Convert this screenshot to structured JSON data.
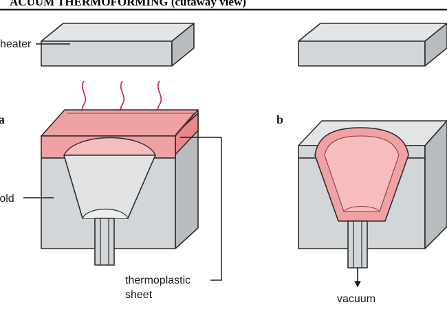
{
  "title": "ACUUM THERMOFORMING (cutaway view)",
  "panels": {
    "a": {
      "letter": "a"
    },
    "b": {
      "letter": "b"
    }
  },
  "labels": {
    "heater": "heater",
    "mold": "mold",
    "thermoplastic_line1": "thermoplastic",
    "thermoplastic_line2": "sheet",
    "vacuum": "vacuum"
  },
  "colors": {
    "block_face": "#d3d6d8",
    "block_top": "#e3e5e7",
    "block_side": "#b8bcbf",
    "sheet_fill": "#f0a1a3",
    "sheet_edge": "#d76c70",
    "heat_arrows": "#d12a6a",
    "outline": "#2b2b2b"
  }
}
